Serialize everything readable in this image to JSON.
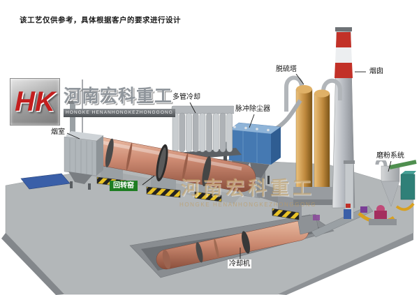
{
  "page": {
    "background": "#ffffff"
  },
  "disclaimer": "该工艺仅供参考，具体根据客户的要求进行设计",
  "logo": {
    "monogram": "HK",
    "company_cn": "河南宏科重工",
    "company_en": "HONGKE  HENANHONGKEZHONGGONG"
  },
  "watermark": {
    "line1": "河南宏科重工",
    "line2": "HONGKE HENANHONGKEZHONGGONG"
  },
  "labels": {
    "smoke_chamber": "烟室",
    "multi_tube_cooler": "多管冷却",
    "pulse_dust_collector": "脉冲除尘器",
    "desulfurization_tower": "脱硫塔",
    "chimney": "烟囱",
    "grinding_system": "磨粉系统",
    "rotary_kiln": "回转窑",
    "cooling_machine": "冷却机"
  },
  "colors": {
    "kiln_shell": "#cd8a72",
    "dust_collector_blue": "#4579b2",
    "tower_tan": "#c08a3e",
    "chimney_red": "#c23128",
    "hazard_yellow": "#e8c227",
    "kiln_label_green": "#1e7d22",
    "logo_red": "#c41e1e",
    "watermark_tan": "#be9b5f",
    "platform_gray": "#b3b7b9"
  }
}
